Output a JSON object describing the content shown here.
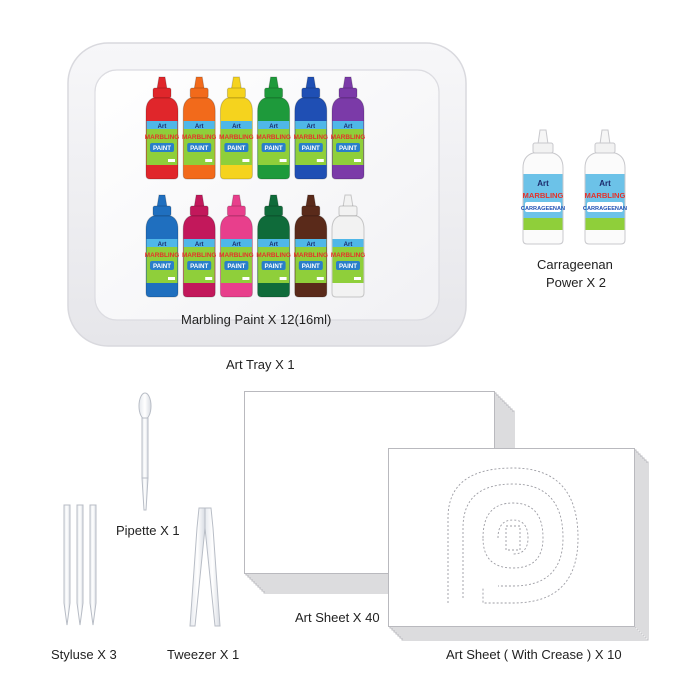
{
  "labels": {
    "marbling_paint": "Marbling Paint X 12(16ml)",
    "art_tray": "Art Tray X 1",
    "carrageenan_line1": "Carrageenan",
    "carrageenan_line2": "Power X 2",
    "pipette": "Pipette X 1",
    "styluse": "Styluse X 3",
    "tweezer": "Tweezer X 1",
    "art_sheet": "Art Sheet X 40",
    "art_sheet_crease": "Art Sheet ( With Crease ) X 10"
  },
  "bottle_label": {
    "line1": "Art",
    "line2": "MARBLING",
    "line3": "PAINT"
  },
  "carrageenan_label": {
    "line1": "Art",
    "line2": "MARBLING",
    "line3": "CARRAGEENAN"
  },
  "paint_colors_row1": [
    "#e0262b",
    "#f26a1b",
    "#f5d31e",
    "#1e9a3b",
    "#1f4fb4",
    "#7b3aa8"
  ],
  "paint_colors_row2": [
    "#1f6fbf",
    "#c2185b",
    "#e83f8c",
    "#0f6b3a",
    "#5a2a1a",
    "#f2f2f2"
  ]
}
